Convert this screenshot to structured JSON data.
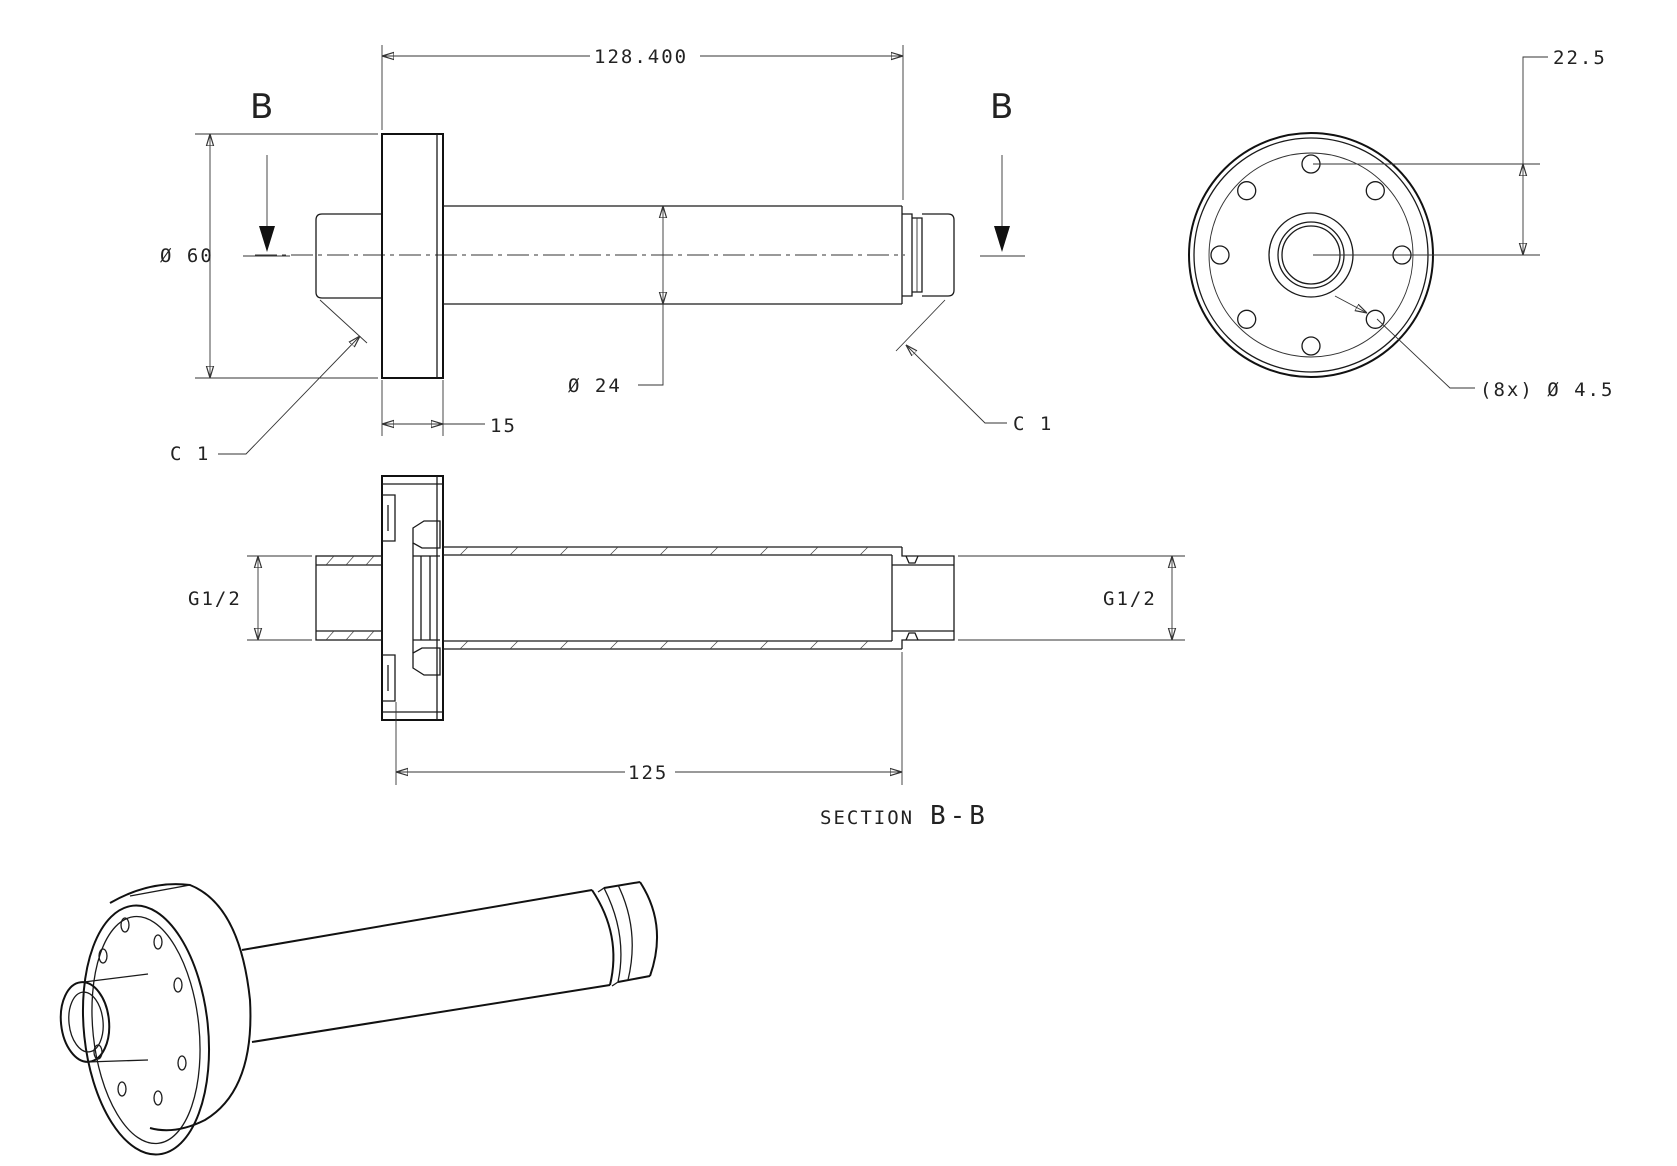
{
  "drawing": {
    "section_marker_left": "B",
    "section_marker_right": "B",
    "dimensions": {
      "overall_length": "128.400",
      "flange_diameter": "Ø 60",
      "shaft_diameter": "Ø 24",
      "flange_thickness": "15",
      "chamfer_left": "C 1",
      "chamfer_right": "C 1",
      "angle": "22.5",
      "holes": "(8x) Ø 4.5",
      "thread_left": "G1/2",
      "thread_right": "G1/2",
      "section_length": "125"
    },
    "section_caption": {
      "prefix": "SECTION",
      "name": "B-B"
    }
  }
}
